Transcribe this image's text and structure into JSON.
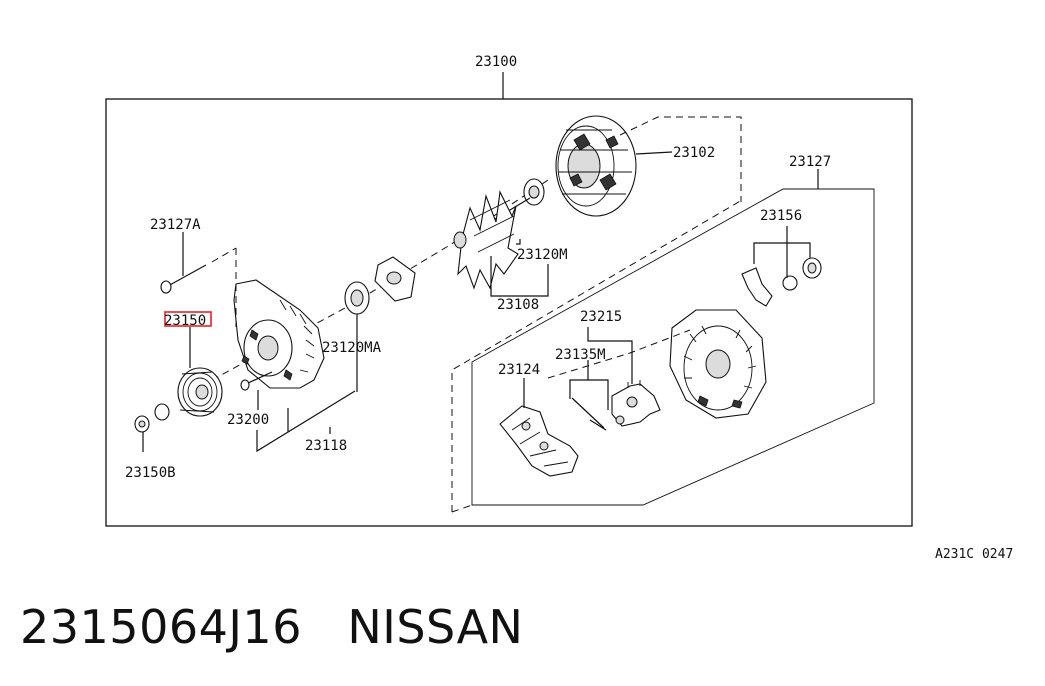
{
  "diagram": {
    "callouts": {
      "c23100": "23100",
      "c23102": "23102",
      "c23127": "23127",
      "c23127A": "23127A",
      "c23156": "23156",
      "c23120M": "23120M",
      "c23108": "23108",
      "c23150": "23150",
      "c23120MA": "23120MA",
      "c23215": "23215",
      "c23135M": "23135M",
      "c23124": "23124",
      "c23200": "23200",
      "c23118": "23118",
      "c23150B": "23150B"
    },
    "reference_code": "A231C 0247",
    "highlight_color": "#e8202a"
  },
  "caption": {
    "part_number": "2315064J16",
    "brand": "NISSAN"
  }
}
